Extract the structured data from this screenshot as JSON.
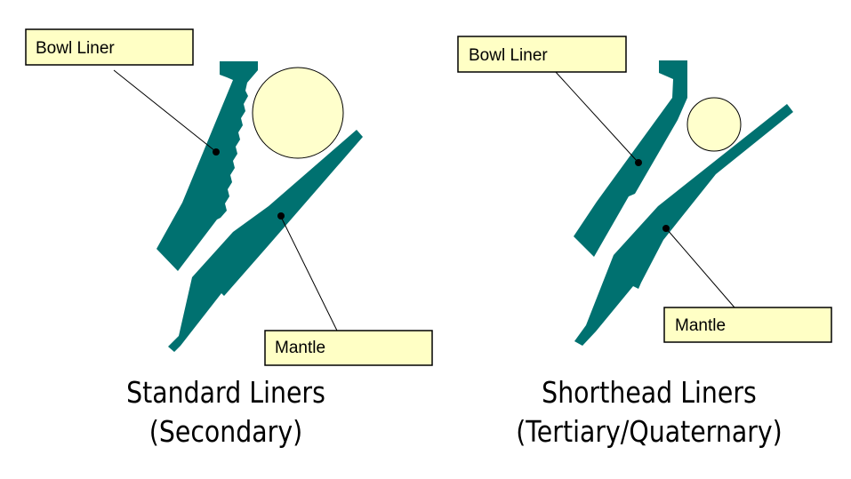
{
  "colors": {
    "liner": "#007170",
    "rock": "#ffffcc",
    "callout_fill": "#ffffc5",
    "leader": "#000000"
  },
  "left_diagram": {
    "bowl_liner_label": "Bowl Liner",
    "mantle_label": "Mantle",
    "caption_line1": "Standard Liners",
    "caption_line2": "(Secondary)"
  },
  "right_diagram": {
    "bowl_liner_label": "Bowl Liner",
    "mantle_label": "Mantle",
    "caption_line1": "Shorthead Liners",
    "caption_line2": "(Tertiary/Quaternary)"
  }
}
